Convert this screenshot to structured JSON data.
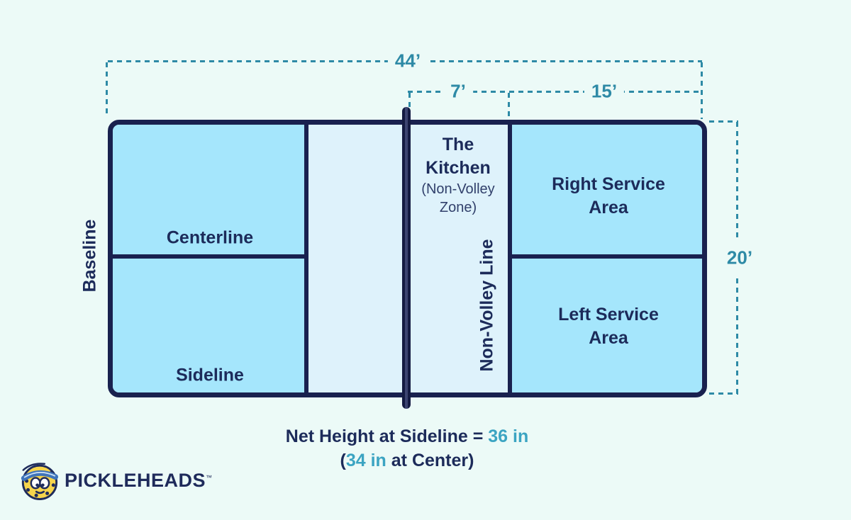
{
  "diagram": {
    "dimensions": {
      "court_length": "44’",
      "kitchen_depth": "7’",
      "service_length": "15’",
      "court_width": "20’"
    },
    "labels": {
      "baseline": "Baseline",
      "centerline": "Centerline",
      "sideline": "Sideline",
      "non_volley_line": "Non-Volley Line",
      "kitchen_title_line1": "The",
      "kitchen_title_line2": "Kitchen",
      "kitchen_subtitle_line1": "(Non-Volley",
      "kitchen_subtitle_line2": "Zone)",
      "right_service_line1": "Right Service",
      "right_service_line2": "Area",
      "left_service_line1": "Left Service",
      "left_service_line2": "Area"
    },
    "caption": {
      "line1_prefix": "Net Height at Sideline = ",
      "line1_value": "36 in",
      "line2_prefix": "(",
      "line2_value": "34 in",
      "line2_suffix": " at Center)"
    },
    "colors": {
      "background": "#ecfaf7",
      "service_area_fill": "#a5e6fc",
      "kitchen_fill": "#def2fb",
      "court_line_navy": "#19214f",
      "dimension_teal": "#2e8aa6",
      "caption_value_teal": "#3ba4c2",
      "logo_yellow": "#f6d44c"
    }
  },
  "logo": {
    "brand": "PICKLEHEADS",
    "trademark": "™"
  }
}
